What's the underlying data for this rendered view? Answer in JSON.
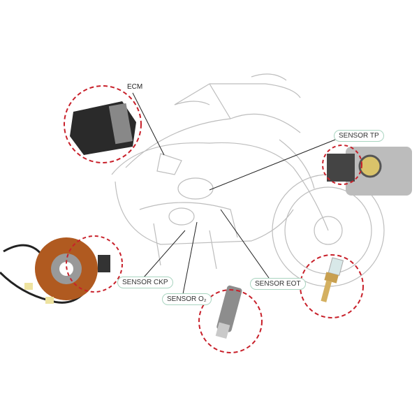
{
  "labels": {
    "ecm": "ECM",
    "sensor_tp": "SENSOR TP",
    "sensor_ckp": "SENSOR CKP",
    "sensor_o2": "SENSOR O₂",
    "sensor_eot": "SENSOR EOT"
  },
  "colors": {
    "highlight_circle": "#c8202a",
    "pill_border": "#a9d4c0",
    "sketch": "#bdbdbd"
  }
}
